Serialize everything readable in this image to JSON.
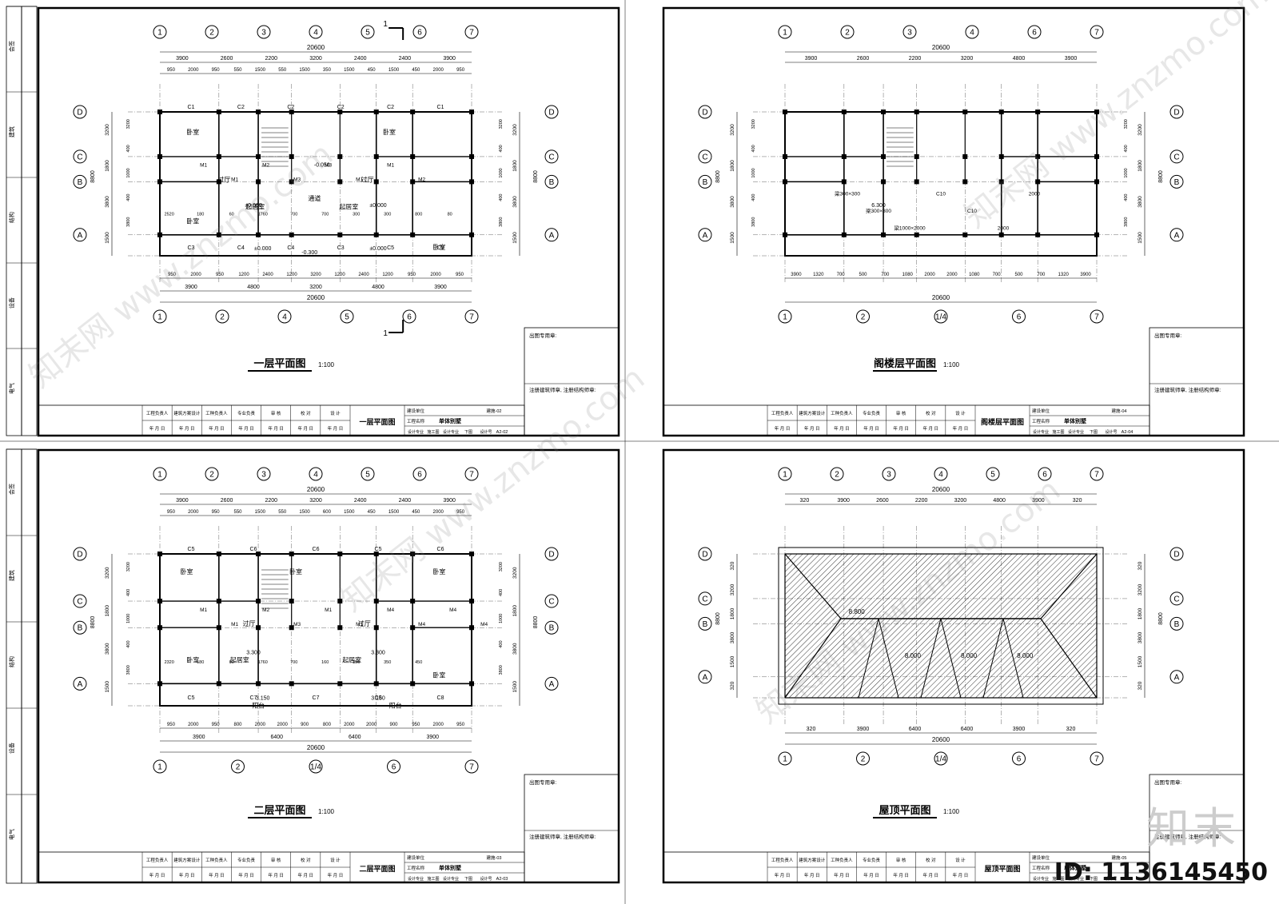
{
  "sheets": [
    {
      "title": "一层平面图",
      "scale": "1:100",
      "table_title": "一层平面图",
      "project": "单体别墅",
      "top_axes": [
        "1",
        "2",
        "3",
        "4",
        "5",
        "6",
        "7"
      ],
      "bottom_axes": [
        "1",
        "2",
        "4",
        "5",
        "6",
        "7"
      ],
      "top_dims": [
        "3900",
        "2600",
        "2200",
        "3200",
        "2400",
        "2400",
        "3900"
      ],
      "top_detail": [
        "950",
        "2000",
        "950",
        "550",
        "1500",
        "550",
        "1500",
        "350",
        "1500",
        "450",
        "1500",
        "450",
        "2000",
        "950"
      ],
      "bottom_dims": [
        "3900",
        "4800",
        "3200",
        "4800",
        "3900"
      ],
      "bottom_detail": [
        "950",
        "2000",
        "950",
        "1200",
        "2400",
        "1200",
        "3200",
        "1200",
        "2400",
        "1200",
        "950",
        "2000",
        "950"
      ],
      "total": "20600",
      "side_dims": [
        "3200",
        "1800",
        "3800",
        "1500"
      ],
      "side_total": "8800",
      "side_inner": [
        "3200",
        "400",
        "1000",
        "400",
        "3800"
      ],
      "rooms": [
        {
          "text": "卧室"
        },
        {
          "text": "过厅"
        },
        {
          "text": "起居室"
        },
        {
          "text": "卧室"
        },
        {
          "text": "卧室"
        },
        {
          "text": "过厅"
        },
        {
          "text": "起居室"
        },
        {
          "text": "卧室"
        },
        {
          "text": "通道"
        }
      ],
      "windows": [
        "C1",
        "C2",
        "C2",
        "C2",
        "C2",
        "C1",
        "C3",
        "C4",
        "C4",
        "C3",
        "C5",
        "C5"
      ],
      "doors": [
        "M1",
        "M1",
        "M2",
        "M3",
        "M3",
        "M1",
        "M1",
        "M2"
      ],
      "levels": [
        "±0.000",
        "±0.000",
        "±0.000",
        "±0.000",
        "-0.050",
        "-0.300"
      ],
      "misc": [
        "2520",
        "180",
        "60",
        "1760",
        "700",
        "700",
        "300",
        "300",
        "800",
        "80"
      ],
      "section_mark": "1"
    },
    {
      "title": "阁楼层平面图",
      "scale": "1:100",
      "table_title": "阁楼层平面图",
      "project": "单体别墅",
      "top_axes": [
        "1",
        "2",
        "3",
        "4",
        "6",
        "7"
      ],
      "bottom_axes": [
        "1",
        "2",
        "1/4",
        "6",
        "7"
      ],
      "top_dims": [
        "3900",
        "2600",
        "2200",
        "3200",
        "4800",
        "3900"
      ],
      "bottom_detail": [
        "3900",
        "1320",
        "700",
        "500",
        "700",
        "1080",
        "2000",
        "2000",
        "1080",
        "700",
        "500",
        "700",
        "1320",
        "3900"
      ],
      "total": "20600",
      "side_dims": [
        "3200",
        "1800",
        "3800",
        "1500"
      ],
      "side_total": "8800",
      "side_inner": [
        "3200",
        "400",
        "1000",
        "400",
        "3800"
      ],
      "levels": [
        "6.300"
      ],
      "labels": [
        "梁300×300",
        "梁300×300",
        "梁1000×2000",
        "C10",
        "C10",
        "2000",
        "2000"
      ]
    },
    {
      "title": "二层平面图",
      "scale": "1:100",
      "table_title": "二层平面图",
      "project": "单体别墅",
      "top_axes": [
        "1",
        "2",
        "3",
        "4",
        "5",
        "6",
        "7"
      ],
      "bottom_axes": [
        "1",
        "2",
        "1/4",
        "6",
        "7"
      ],
      "top_dims": [
        "3900",
        "2600",
        "2200",
        "3200",
        "2400",
        "2400",
        "3900"
      ],
      "top_detail": [
        "950",
        "2000",
        "950",
        "550",
        "1500",
        "550",
        "1500",
        "600",
        "1500",
        "450",
        "1500",
        "450",
        "2000",
        "950"
      ],
      "bottom_dims": [
        "3900",
        "6400",
        "6400",
        "3900"
      ],
      "bottom_detail": [
        "950",
        "2000",
        "950",
        "800",
        "2000",
        "2000",
        "900",
        "800",
        "2000",
        "2000",
        "900",
        "950",
        "2000",
        "950"
      ],
      "total": "20600",
      "side_dims": [
        "3200",
        "1800",
        "3800",
        "1500"
      ],
      "side_total": "8800",
      "side_inner": [
        "3200",
        "400",
        "1000",
        "400",
        "3800"
      ],
      "rooms": [
        {
          "text": "卧室"
        },
        {
          "text": "卧室"
        },
        {
          "text": "卧室"
        },
        {
          "text": "过厅"
        },
        {
          "text": "过厅"
        },
        {
          "text": "起居室"
        },
        {
          "text": "起居室"
        },
        {
          "text": "卧室"
        },
        {
          "text": "卧室"
        },
        {
          "text": "阳台"
        },
        {
          "text": "阳台"
        }
      ],
      "windows": [
        "C5",
        "C6",
        "C6",
        "C5",
        "C6",
        "C5",
        "C7",
        "C7",
        "C8",
        "C8"
      ],
      "doors": [
        "M1",
        "M1",
        "M2",
        "M3",
        "M1",
        "M1",
        "M4",
        "M4",
        "M4",
        "M4"
      ],
      "levels": [
        "3.300",
        "3.300",
        "3.150",
        "3.150"
      ],
      "misc": [
        "2320",
        "180",
        "60",
        "1760",
        "700",
        "160",
        "350",
        "350",
        "450"
      ]
    },
    {
      "title": "屋顶平面图",
      "scale": "1:100",
      "table_title": "屋顶平面图",
      "project": "单体别墅",
      "top_axes": [
        "1",
        "2",
        "3",
        "4",
        "5",
        "6",
        "7"
      ],
      "bottom_axes": [
        "1",
        "2",
        "1/4",
        "6",
        "7"
      ],
      "top_dims": [
        "320",
        "3900",
        "2600",
        "2200",
        "3200",
        "4800",
        "3900",
        "320"
      ],
      "bottom_dims": [
        "320",
        "3900",
        "6400",
        "6400",
        "3900",
        "320"
      ],
      "total": "20600",
      "side_dims": [
        "320",
        "3200",
        "1800",
        "3800",
        "1500",
        "320"
      ],
      "side_total": "8800",
      "levels": [
        "8.800",
        "8.000",
        "8.000",
        "8.000"
      ]
    }
  ],
  "title_block": {
    "row1": [
      "工程负责人",
      "建筑方案设计",
      "工种负责人",
      "专业负责",
      "审 核",
      "校 对",
      "设 计"
    ],
    "row2": [
      "年 月 日",
      "年 月 日",
      "年 月 日",
      "年 月 日",
      "年 月 日",
      "年 月 日",
      "年 月 日"
    ],
    "right_top": "建设单位",
    "right_mid": "工程名称",
    "right_bot": [
      "设计专业",
      "施工图",
      "设计专业",
      "下图",
      "设计号"
    ],
    "stamp_header": "出图专用章:",
    "stamp_note": "注册建筑师章, 注册结构师章:",
    "numbers": [
      "建施-02",
      "建施-04",
      "建施-03",
      "建施-05"
    ],
    "sheet_codes": [
      "A2-02",
      "A2-04",
      "A2-03",
      "A2-05"
    ]
  },
  "axis_letters": [
    "D",
    "C",
    "B",
    "A"
  ],
  "left_strip": [
    "会签",
    "建筑",
    "结构",
    "设备",
    "电气"
  ],
  "watermark": "知末网 www.znzmo.com",
  "brand": "知末",
  "id_text": "ID: 1136145450"
}
